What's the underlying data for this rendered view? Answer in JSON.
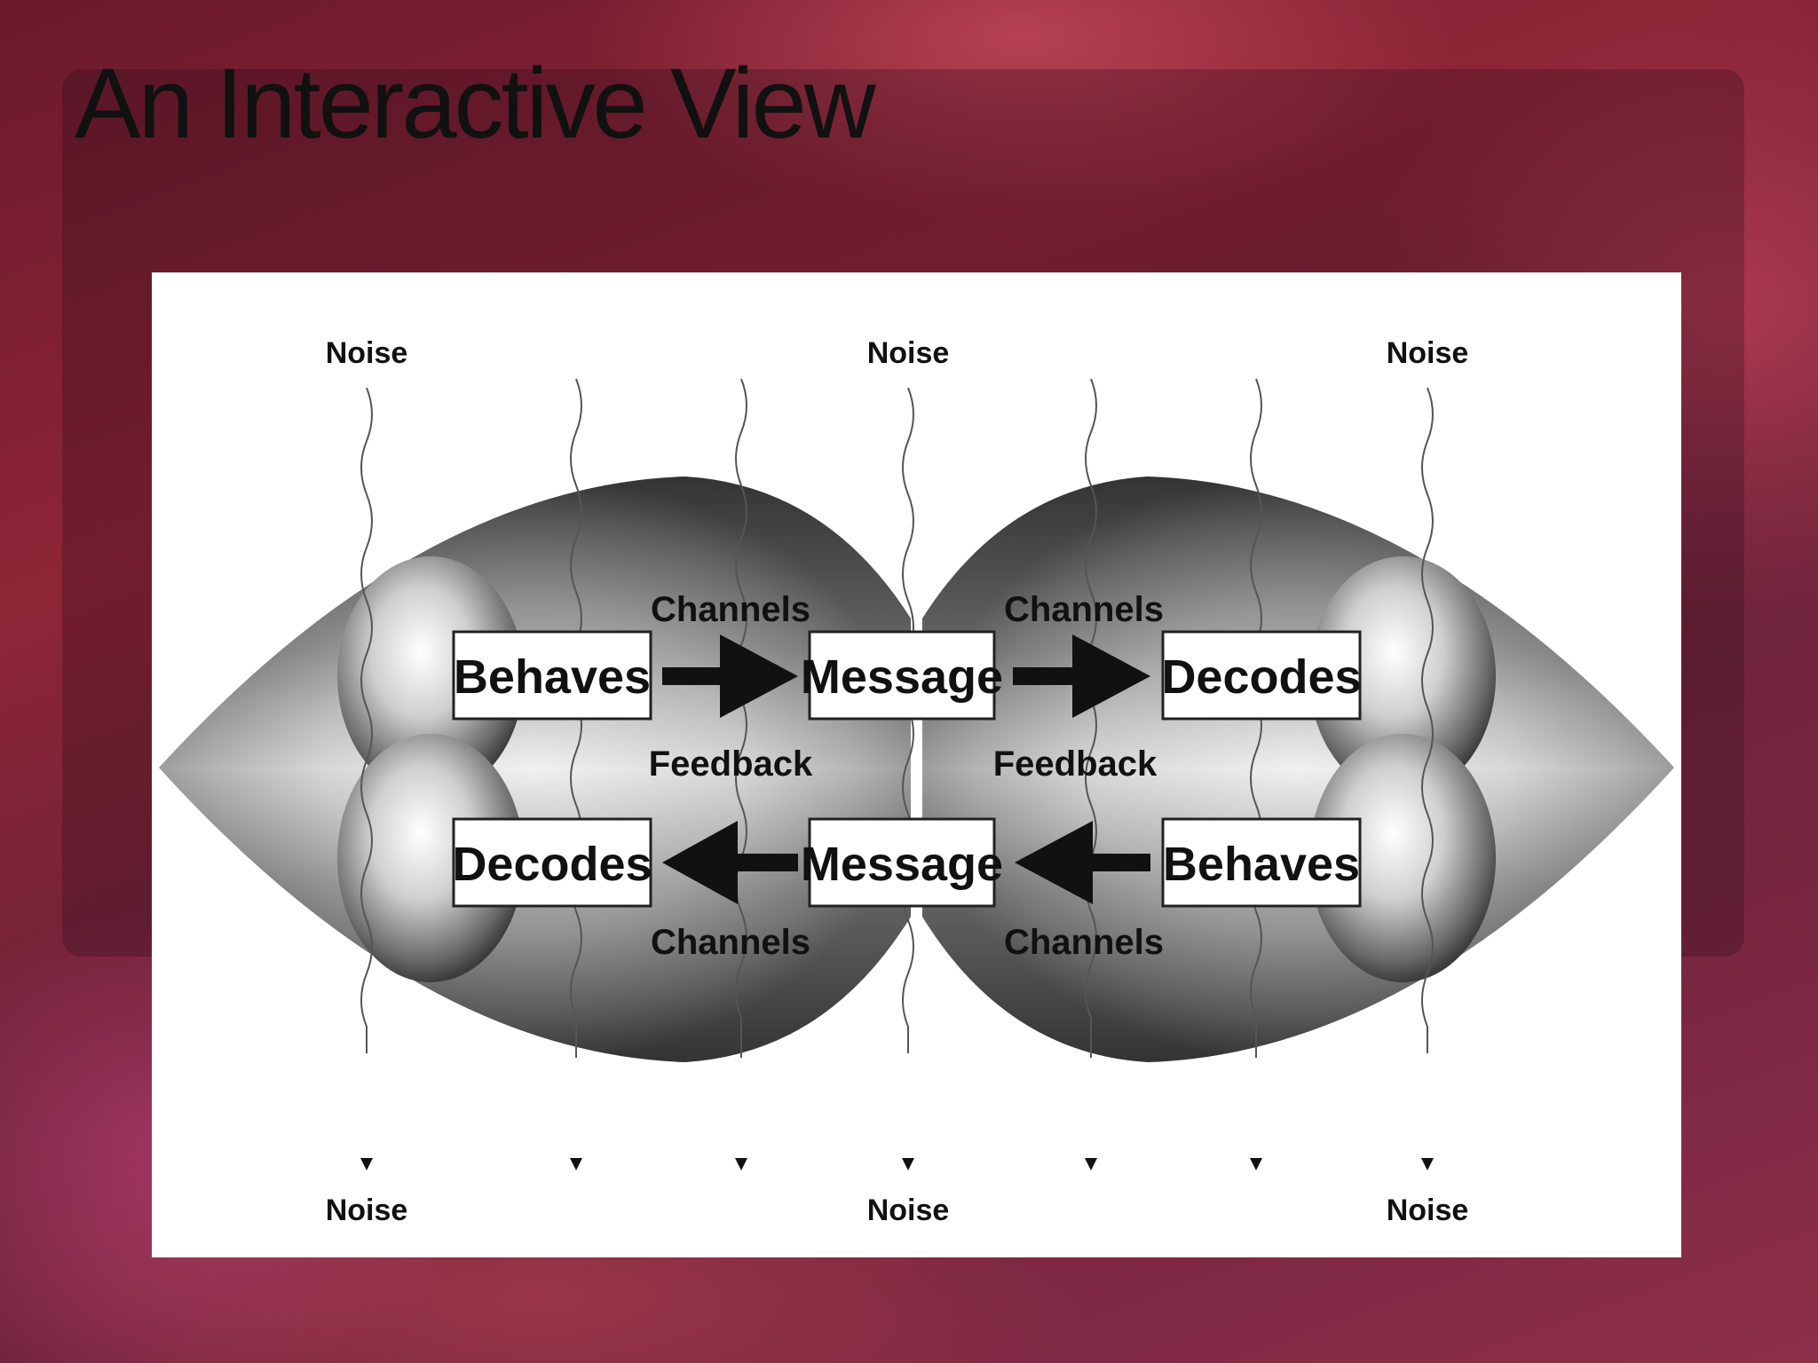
{
  "slide": {
    "title": "An Interactive View"
  },
  "diagram": {
    "noise_label": "Noise",
    "top_row": {
      "left": "Behaves",
      "middle": "Message",
      "right": "Decodes"
    },
    "bottom_row": {
      "left": "Decodes",
      "middle": "Message",
      "right": "Behaves"
    },
    "channels_label": "Channels",
    "feedback_label": "Feedback"
  }
}
